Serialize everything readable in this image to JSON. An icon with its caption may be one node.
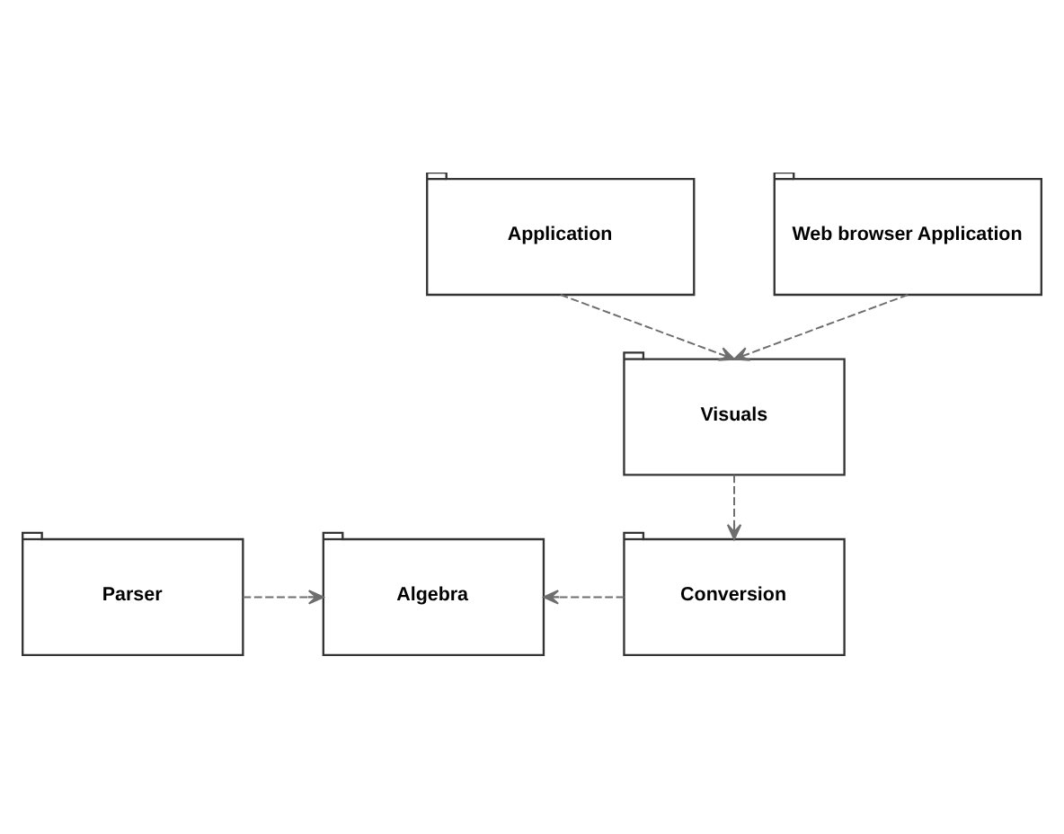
{
  "diagram": {
    "nodes": [
      {
        "text": [
          "Application"
        ]
      },
      {
        "text": [
          "Web browser Application"
        ]
      },
      {
        "text": [
          "Visuals"
        ]
      },
      {
        "text": [
          "Parser"
        ]
      },
      {
        "text": [
          "Algebra"
        ]
      },
      {
        "text": [
          "Conversion"
        ]
      }
    ],
    "edges": [
      {
        "from": 0,
        "to": 2,
        "arrow": "to",
        "style": "dashed"
      },
      {
        "from": 1,
        "to": 2,
        "arrow": "to",
        "style": "dashed"
      },
      {
        "from": 2,
        "to": 5,
        "arrow": "to",
        "style": "dashed"
      },
      {
        "from": 3,
        "to": 4,
        "arrow": "to",
        "style": "dashed"
      },
      {
        "from": 5,
        "to": 4,
        "arrow": "to",
        "style": "dashed"
      }
    ]
  }
}
